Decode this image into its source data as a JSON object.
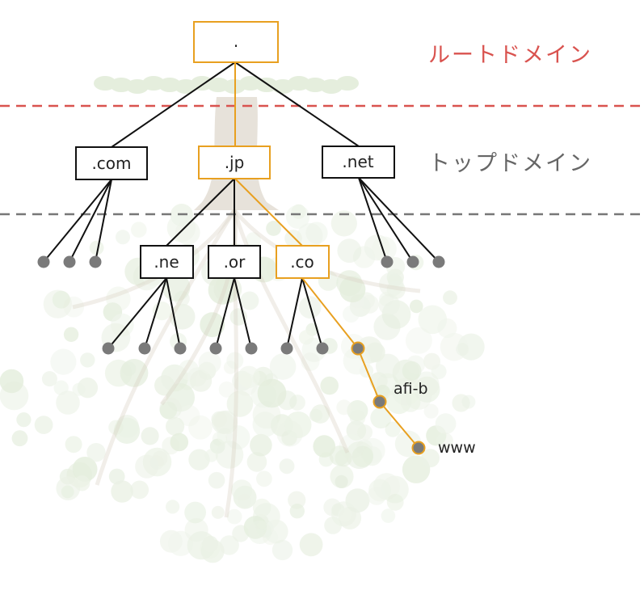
{
  "zones": {
    "root_label": "ルートドメイン",
    "top_label": "トップドメイン"
  },
  "colors": {
    "highlight": "#e8a020",
    "root_divider": "#d9534f",
    "top_divider": "#777777",
    "node_fill": "#7a7a7a",
    "edge": "#111111",
    "tree_trunk": "#b8a88f",
    "tree_foliage": "#cfe0c2"
  },
  "nodes": {
    "root": ".",
    "com": ".com",
    "jp": ".jp",
    "net": ".net",
    "ne": ".ne",
    "or": ".or",
    "co": ".co"
  },
  "leaves": {
    "afi": "afi-b",
    "www": "www"
  }
}
